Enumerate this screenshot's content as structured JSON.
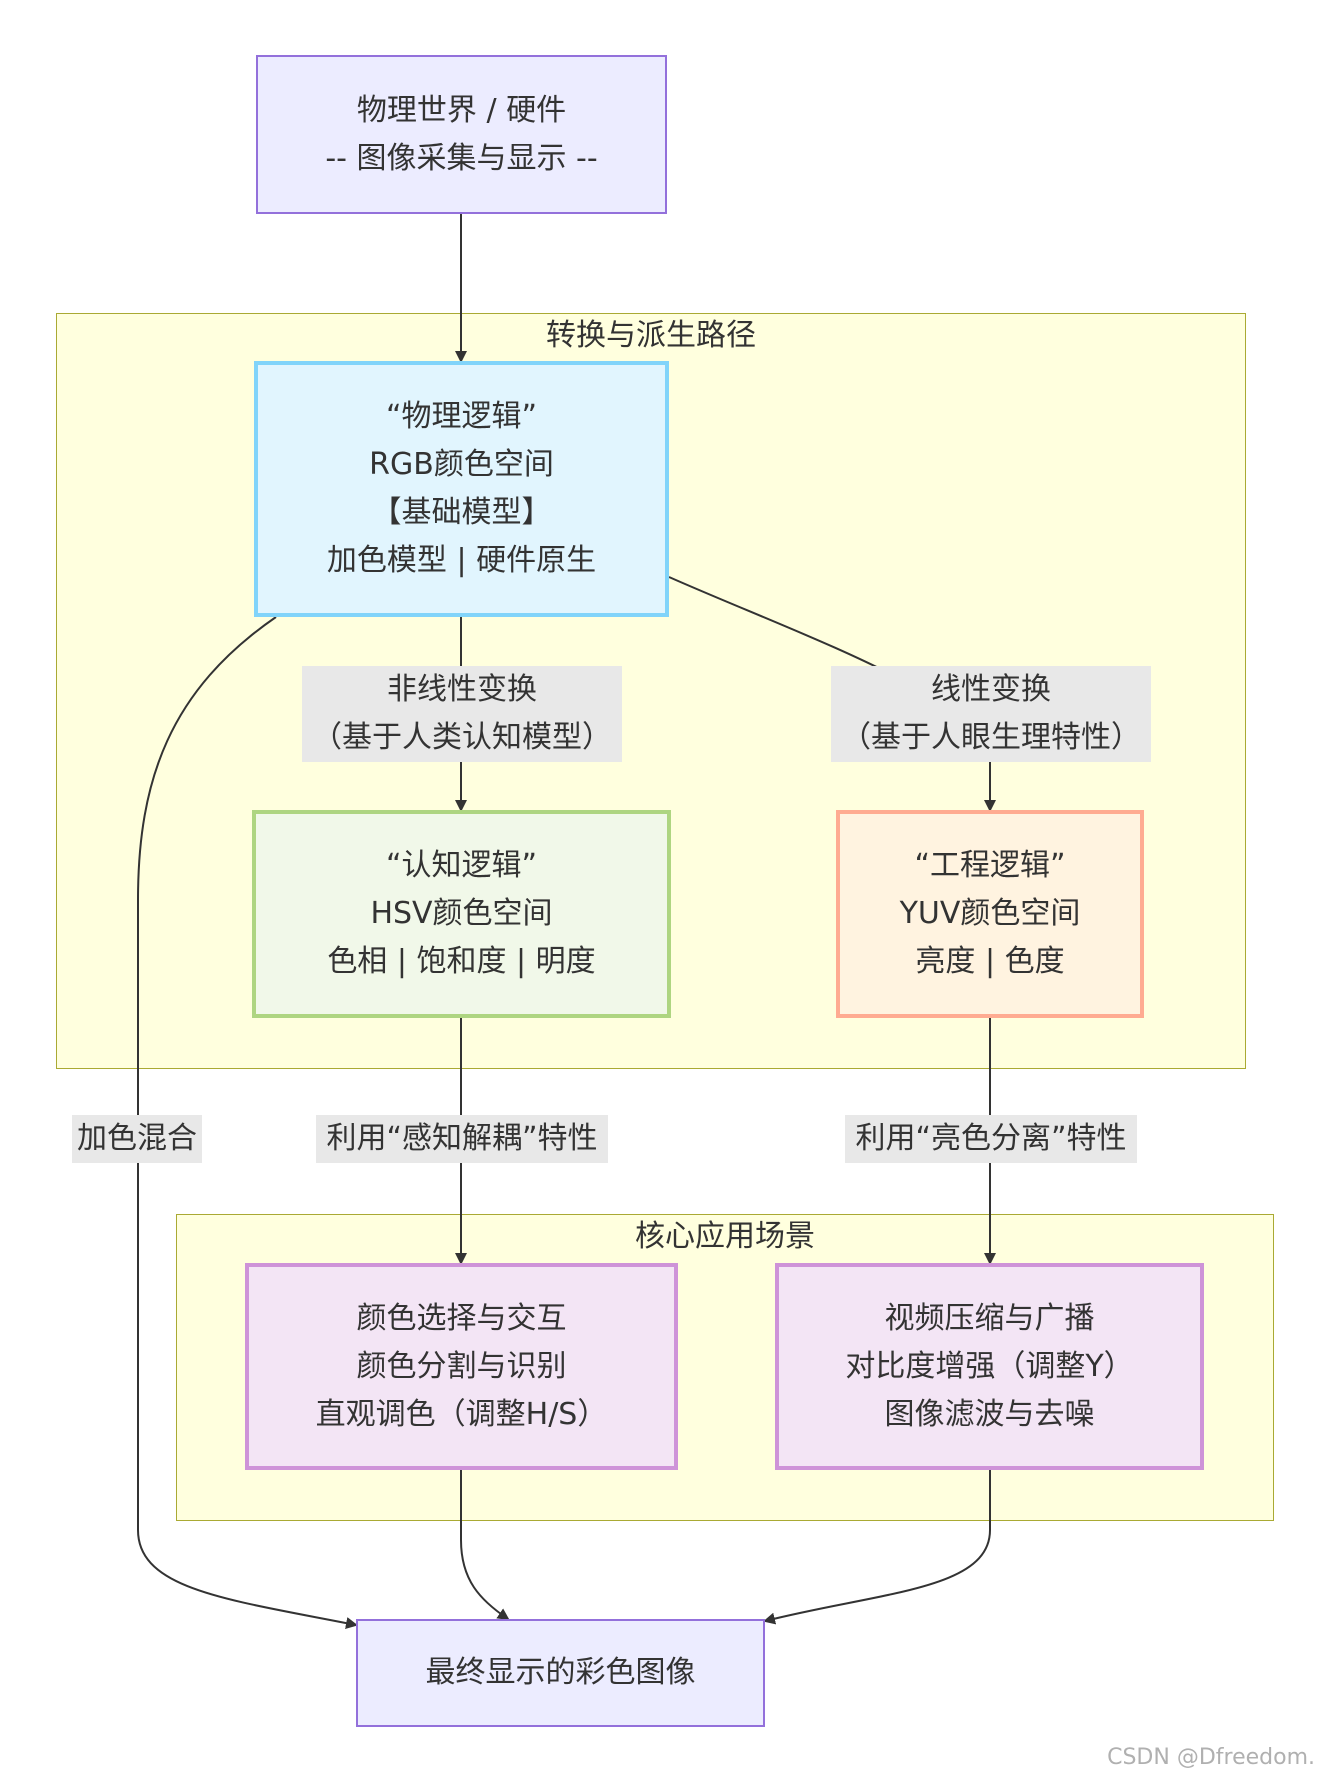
{
  "nodes": {
    "physical": {
      "lines": [
        "物理世界 / 硬件",
        "-- 图像采集与显示 --"
      ]
    },
    "rgb": {
      "lines": [
        "“物理逻辑”",
        "RGB颜色空间",
        "【基础模型】",
        "加色模型 | 硬件原生"
      ]
    },
    "hsv": {
      "lines": [
        "“认知逻辑”",
        "HSV颜色空间",
        "色相 | 饱和度 | 明度"
      ]
    },
    "yuv": {
      "lines": [
        "“工程逻辑”",
        "YUV颜色空间",
        "亮度 | 色度"
      ]
    },
    "app_hsv": {
      "lines": [
        "颜色选择与交互",
        "颜色分割与识别",
        "直观调色（调整H/S）"
      ]
    },
    "app_yuv": {
      "lines": [
        "视频压缩与广播",
        "对比度增强（调整Y）",
        "图像滤波与去噪"
      ]
    },
    "final": {
      "lines": [
        "最终显示的彩色图像"
      ]
    }
  },
  "clusters": {
    "transform": {
      "title": "转换与派生路径"
    },
    "apps": {
      "title": "核心应用场景"
    }
  },
  "edge_labels": {
    "nonlinear": {
      "lines": [
        "非线性变换",
        "（基于人类认知模型）"
      ]
    },
    "linear": {
      "lines": [
        "线性变换",
        "（基于人眼生理特性）"
      ]
    },
    "additive": {
      "lines": [
        "加色混合"
      ]
    },
    "perception": {
      "lines": [
        "利用“感知解耦”特性"
      ]
    },
    "luma_chroma": {
      "lines": [
        "利用“亮色分离”特性"
      ]
    }
  },
  "watermark": "CSDN @Dfreedom.",
  "colors": {
    "cluster_fill": "#ffffde",
    "cluster_border": "#aaaa33",
    "default_fill": "#ececff",
    "default_border": "#9370db",
    "rgb_fill": "#e1f5fe",
    "rgb_border": "#81d4fa",
    "hsv_fill": "#f1f8e9",
    "hsv_border": "#aed581",
    "yuv_fill": "#fff3e0",
    "yuv_border": "#ffab91",
    "app_fill": "#f3e5f5",
    "app_border": "#ce93d8",
    "edge": "#333333",
    "edge_label_bg": "#e8e8e8"
  }
}
